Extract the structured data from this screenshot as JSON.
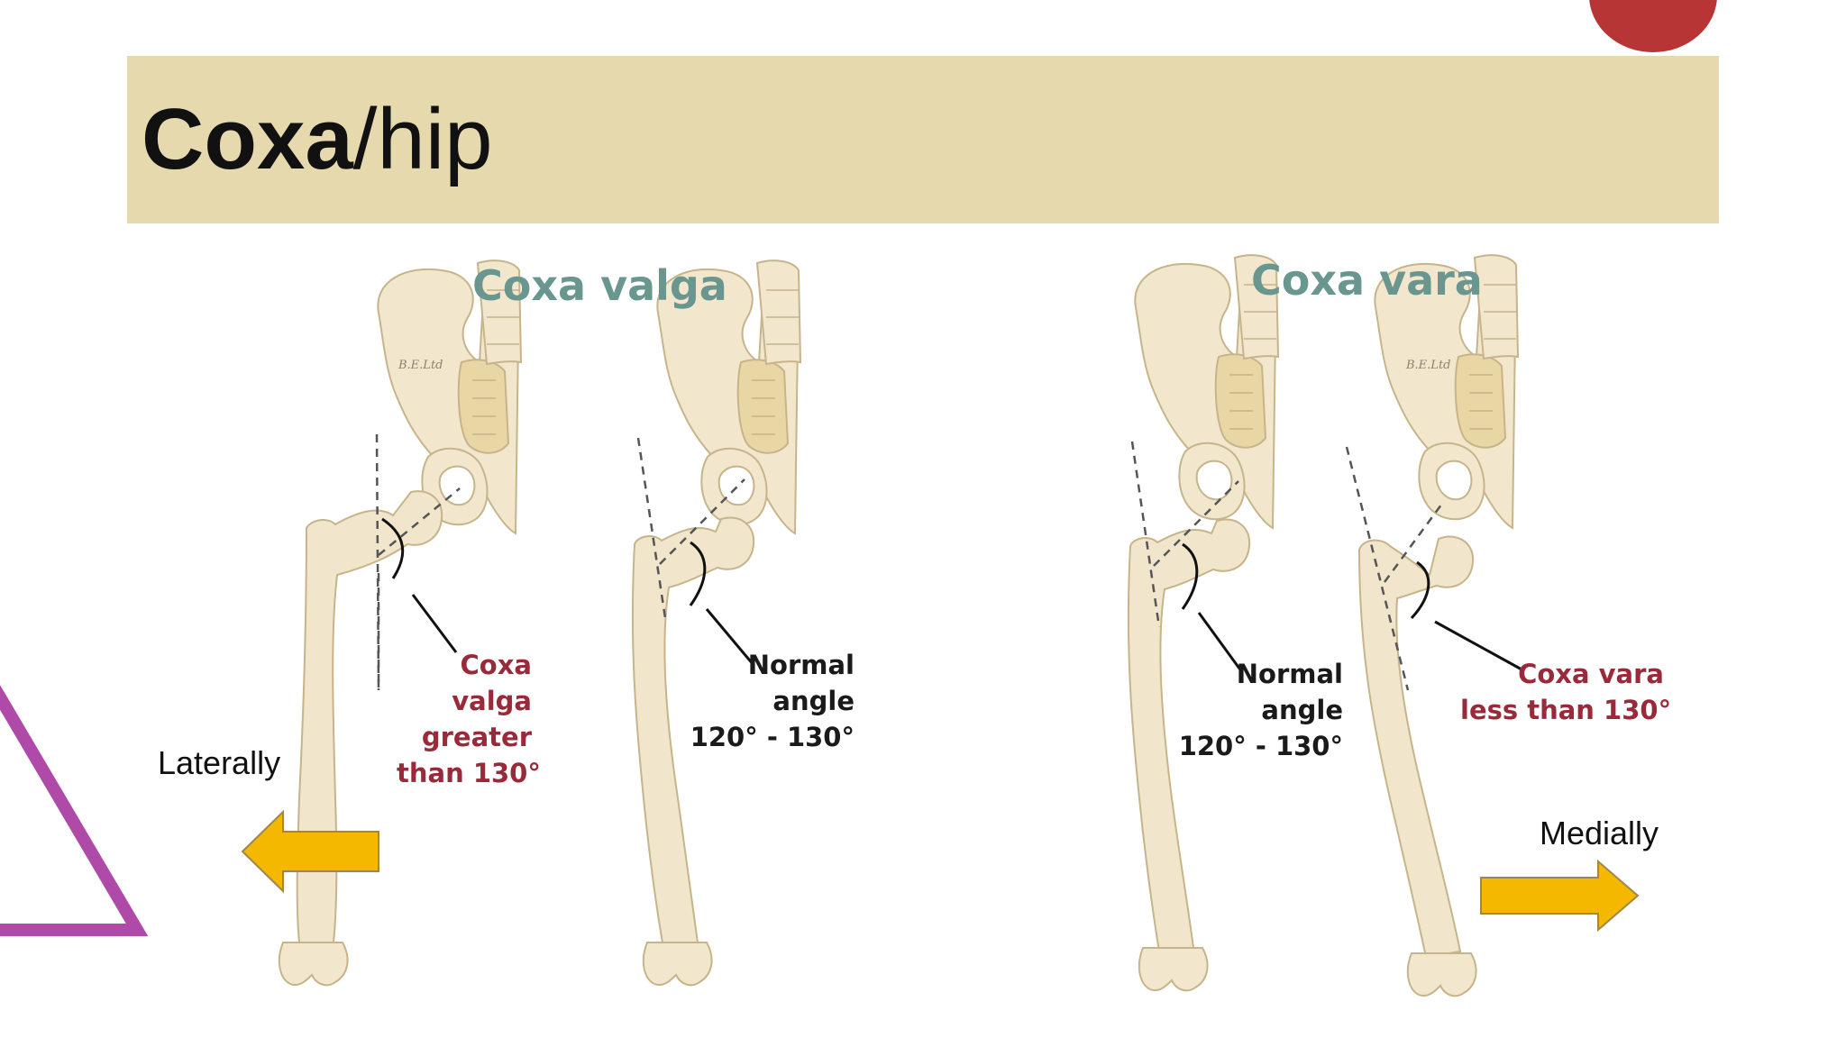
{
  "slide": {
    "title_bold": "Coxa",
    "title_rest": "/hip"
  },
  "diagram": {
    "left_panel": {
      "heading": "Coxa valga",
      "abnormal_label": [
        "Coxa",
        "valga",
        "greater",
        "than 130°"
      ],
      "normal_label": [
        "Normal",
        "angle",
        "120° - 130°"
      ]
    },
    "right_panel": {
      "heading": "Coxa vara",
      "normal_label": [
        "Normal",
        "angle",
        "120° - 130°"
      ],
      "abnormal_label": [
        "Coxa vara",
        "less than 130°"
      ]
    },
    "copyright_marks": [
      "B.E.Ltd",
      "B.E.Ltd"
    ]
  },
  "directions": {
    "left": "Laterally",
    "right": "Medially"
  },
  "colors": {
    "title_band": "#e6d9ad",
    "accent_red": "#b83535",
    "triangle_purple": "#b04aa8",
    "arrow_fill": "#f5b800",
    "arrow_stroke": "#a0864a",
    "heading_teal": "#6a9690",
    "label_red": "#9a2a3a",
    "bone": "#f1e6cc"
  }
}
